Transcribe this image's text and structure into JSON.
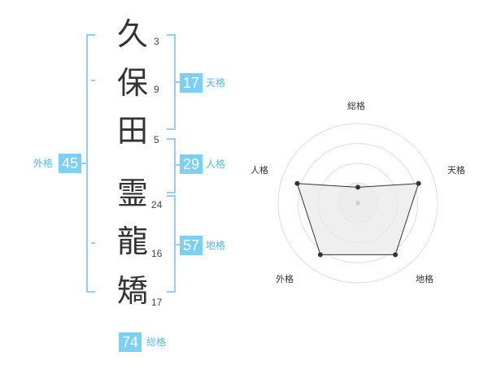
{
  "name": {
    "surname": [
      {
        "char": "久",
        "strokes": "3"
      },
      {
        "char": "保",
        "strokes": "9"
      },
      {
        "char": "田",
        "strokes": "5"
      }
    ],
    "given": [
      {
        "char": "霊",
        "strokes": "24"
      },
      {
        "char": "龍",
        "strokes": "16"
      },
      {
        "char": "矯",
        "strokes": "17"
      }
    ]
  },
  "kakusu": {
    "tenkaku": {
      "value": "17",
      "label": "天格"
    },
    "jinkaku": {
      "value": "29",
      "label": "人格"
    },
    "chikaku": {
      "value": "57",
      "label": "地格"
    },
    "gaikaku": {
      "value": "45",
      "label": "外格"
    },
    "soukaku": {
      "value": "74",
      "label": "総格"
    }
  },
  "chart_data": {
    "type": "radar",
    "axes": [
      "総格",
      "天格",
      "地格",
      "外格",
      "人格"
    ],
    "values": [
      0.2,
      0.8,
      0.8,
      0.8,
      0.8
    ],
    "range": [
      0,
      1
    ],
    "rings": 4,
    "colors": {
      "fill": "#e9e9e9",
      "line": "#333333",
      "grid": "#dddddd",
      "accent": "#7ccff5"
    }
  }
}
